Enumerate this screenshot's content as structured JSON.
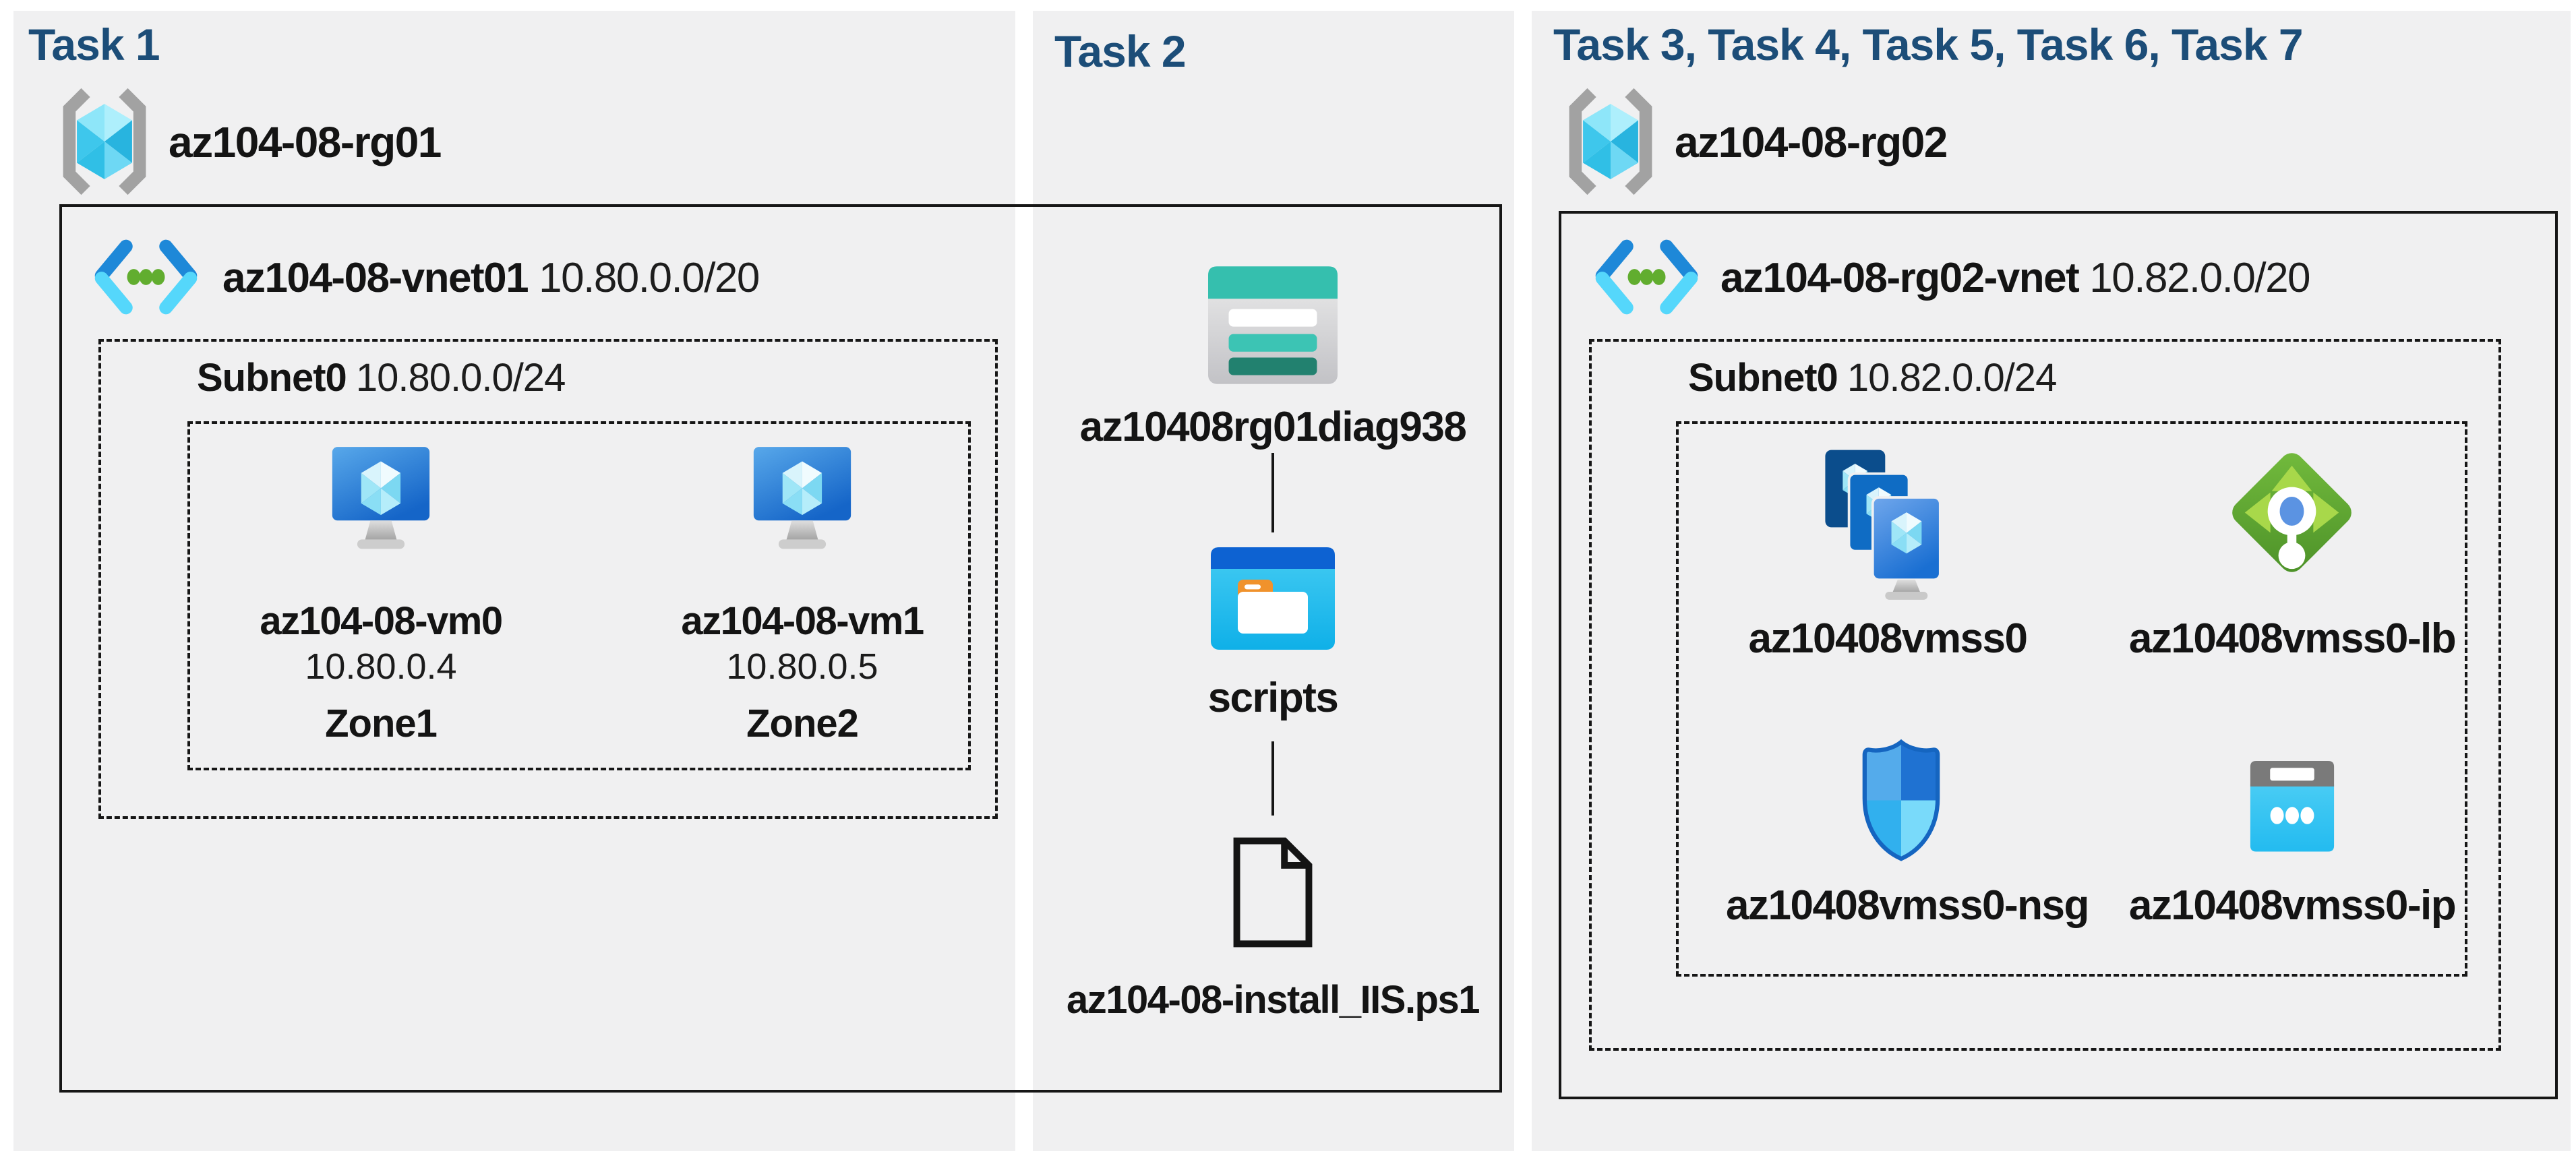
{
  "panels": {
    "task1": {
      "title": "Task 1",
      "resource_group": "az104-08-rg01",
      "vnet": {
        "name": "az104-08-vnet01",
        "cidr": "10.80.0.0/20"
      },
      "subnet": {
        "name": "Subnet0",
        "cidr": "10.80.0.0/24"
      },
      "vms": [
        {
          "name": "az104-08-vm0",
          "ip": "10.80.0.4",
          "zone": "Zone1"
        },
        {
          "name": "az104-08-vm1",
          "ip": "10.80.0.5",
          "zone": "Zone2"
        }
      ]
    },
    "task2": {
      "title": "Task 2",
      "storage_account": "az10408rg01diag938",
      "folder": "scripts",
      "file": "az104-08-install_IIS.ps1"
    },
    "task3_7": {
      "title": "Task 3, Task 4, Task 5, Task 6, Task 7",
      "resource_group": "az104-08-rg02",
      "vnet": {
        "name": "az104-08-rg02-vnet",
        "cidr": "10.82.0.0/20"
      },
      "subnet": {
        "name": "Subnet0",
        "cidr": "10.82.0.0/24"
      },
      "resources": [
        {
          "name": "az10408vmss0",
          "icon": "vm-scale-set-icon"
        },
        {
          "name": "az10408vmss0-lb",
          "icon": "load-balancer-icon"
        },
        {
          "name": "az10408vmss0-nsg",
          "icon": "network-security-group-icon"
        },
        {
          "name": "az10408vmss0-ip",
          "icon": "public-ip-icon"
        }
      ]
    }
  },
  "icons": {
    "resource_group": "resource-group-icon",
    "virtual_network": "virtual-network-icon",
    "virtual_machine": "virtual-machine-icon",
    "storage_account": "storage-account-icon",
    "folder": "folder-icon",
    "file": "file-icon",
    "vm_scale_set": "vm-scale-set-icon",
    "load_balancer": "load-balancer-icon",
    "network_security_group": "network-security-group-icon",
    "public_ip": "public-ip-icon"
  },
  "colors": {
    "page_background": "#ffffff",
    "panel_background": "#f0f0f1",
    "task_title": "#1c4d78",
    "box_border": "#161616",
    "storage_teal": "#35bfae",
    "storage_teal_dark": "#22816f",
    "folder_blue": "#0d62d2",
    "folder_cyan": "#2cc0ef",
    "folder_tab_orange": "#f0922c",
    "vm_blue": "#1f6fd0",
    "vmss_navy": "#0b4d8c",
    "lb_green": "#5ca52f",
    "lb_arrow_green": "#a8d84a",
    "lb_dot_blue": "#5b93e2",
    "nsg_blue": "#1e78d4",
    "ip_cyan": "#36c5f2",
    "ip_gray": "#7a7a7a",
    "bracket_gray": "#a2a2a2",
    "cube_cyan": "#3ec7ec",
    "vnet_dark_blue": "#1e88d8",
    "vnet_light_cyan": "#55d7fb",
    "vnet_dot_green": "#61ad2f"
  }
}
